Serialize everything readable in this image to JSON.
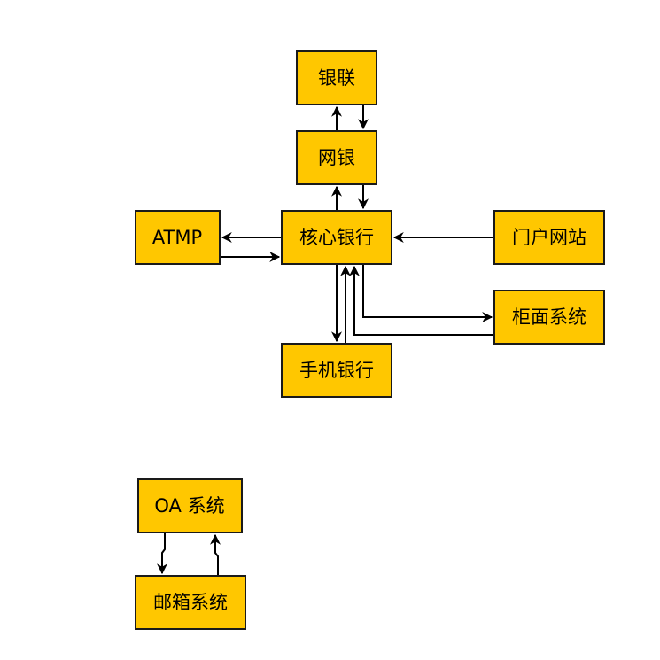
{
  "colors": {
    "node_fill": "#FFC700",
    "node_stroke": "#1a1a1a",
    "edge": "#000000",
    "background": "#FFFFFF"
  },
  "nodes": {
    "unionpay": "银联",
    "netbank": "网银",
    "atmp": "ATMP",
    "core": "核心银行",
    "portal": "门户网站",
    "counter": "柜面系统",
    "mobile": "手机银行",
    "oa": "OA 系统",
    "mail": "邮箱系统"
  },
  "edges": [
    {
      "from": "netbank",
      "to": "unionpay"
    },
    {
      "from": "unionpay",
      "to": "netbank"
    },
    {
      "from": "core",
      "to": "netbank"
    },
    {
      "from": "netbank",
      "to": "core"
    },
    {
      "from": "core",
      "to": "atmp"
    },
    {
      "from": "atmp",
      "to": "core"
    },
    {
      "from": "portal",
      "to": "core"
    },
    {
      "from": "core",
      "to": "counter"
    },
    {
      "from": "counter",
      "to": "core"
    },
    {
      "from": "core",
      "to": "mobile"
    },
    {
      "from": "mobile",
      "to": "core"
    },
    {
      "from": "oa",
      "to": "mail"
    },
    {
      "from": "mail",
      "to": "oa"
    }
  ]
}
